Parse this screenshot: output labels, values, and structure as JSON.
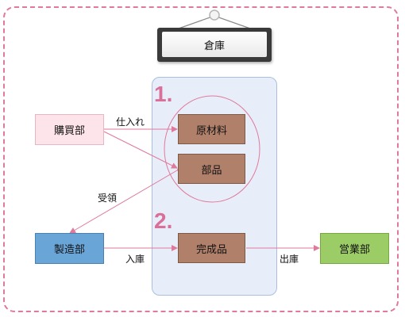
{
  "diagram": {
    "warehouse_sign": "倉庫",
    "section_numbers": [
      "1.",
      "2."
    ],
    "nodes": {
      "purchasing": "購買部",
      "raw_materials": "原材料",
      "parts": "部品",
      "manufacturing": "製造部",
      "finished_goods": "完成品",
      "sales": "営業部"
    },
    "edge_labels": {
      "procurement": "仕入れ",
      "receiving": "受領",
      "storage_in": "入庫",
      "shipping": "出庫"
    },
    "colors": {
      "frame": "#e07a9a",
      "arrow": "#e07a9a",
      "material_box": "#b0806a",
      "purchasing_box": "#fde4ea",
      "manufacturing_box": "#6aa5d8",
      "sales_box": "#9ccc65",
      "panel": "#e8eef9"
    }
  }
}
